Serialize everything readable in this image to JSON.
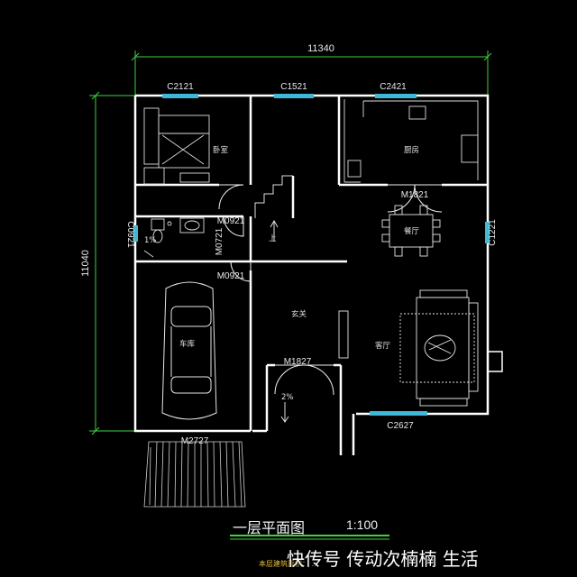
{
  "drawing": {
    "title": "一层平面图",
    "scale": "1:100",
    "caption": "快传号 传动次楠楠 生活",
    "note": "本层建筑面积：  …"
  },
  "dimensions": {
    "width": "11340",
    "height": "11040"
  },
  "rooms": {
    "bedroom": "卧室",
    "kitchen": "厨房",
    "dining": "餐厅",
    "foyer": "玄关",
    "living": "客厅",
    "garage": "车库",
    "stair_up": "上",
    "bath_slope": "1%",
    "entry_slope": "2%"
  },
  "windows": {
    "w1": "C2121",
    "w2": "C1521",
    "w3": "C2421",
    "w4": "C0921",
    "w5": "C1221",
    "w6": "C2627"
  },
  "doors": {
    "d1": "M1821",
    "d2": "M0921",
    "d3": "M0721",
    "d4": "M0921",
    "d5": "M1827",
    "d6": "M2727"
  },
  "colors": {
    "background": "#000000",
    "walls": "#ffffff",
    "windows": "#3fb7d6",
    "doors": "#f5f5f5",
    "dimension_lines": "#3fd23f",
    "caption": "#ffffff",
    "note": "#e7c23a"
  }
}
